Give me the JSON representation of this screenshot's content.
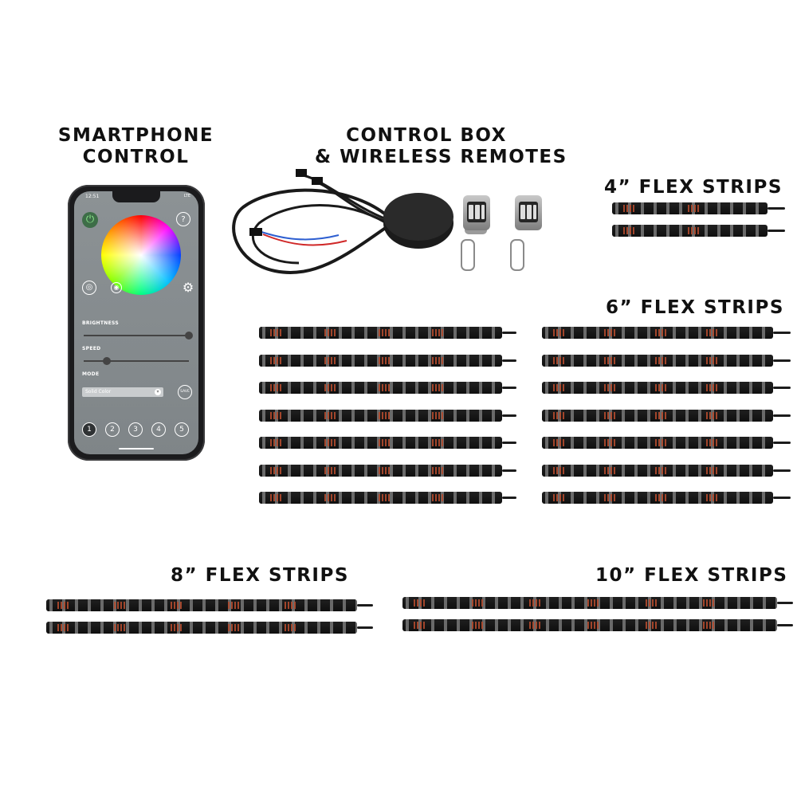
{
  "headings": {
    "smartphone": [
      "SMARTPHONE",
      "CONTROL"
    ],
    "control_box": [
      "CONTROL BOX",
      "& WIRELESS REMOTES"
    ],
    "strips_4": "4” FLEX STRIPS",
    "strips_6": "6” FLEX STRIPS",
    "strips_8": "8” FLEX STRIPS",
    "strips_10": "10” FLEX STRIPS"
  },
  "phone": {
    "time": "12:51",
    "network": "LTE",
    "brightness_label": "BRIGHTNESS",
    "brightness_level": 1.0,
    "speed_label": "SPEED",
    "speed_level": 0.22,
    "mode_label": "MODE",
    "mode_value": "Solid Color",
    "save_label": "SAVE",
    "help_glyph": "?",
    "presets": [
      "1",
      "2",
      "3",
      "4",
      "5"
    ],
    "active_preset": "1"
  },
  "colors": {
    "strip": "#151515",
    "led_red": "#b14a2d",
    "power": "#3d6d47"
  },
  "icons": [
    "power-icon",
    "help-icon",
    "target-icon",
    "color-picker-icon",
    "settings-gear-icon",
    "chevron-down-icon"
  ]
}
